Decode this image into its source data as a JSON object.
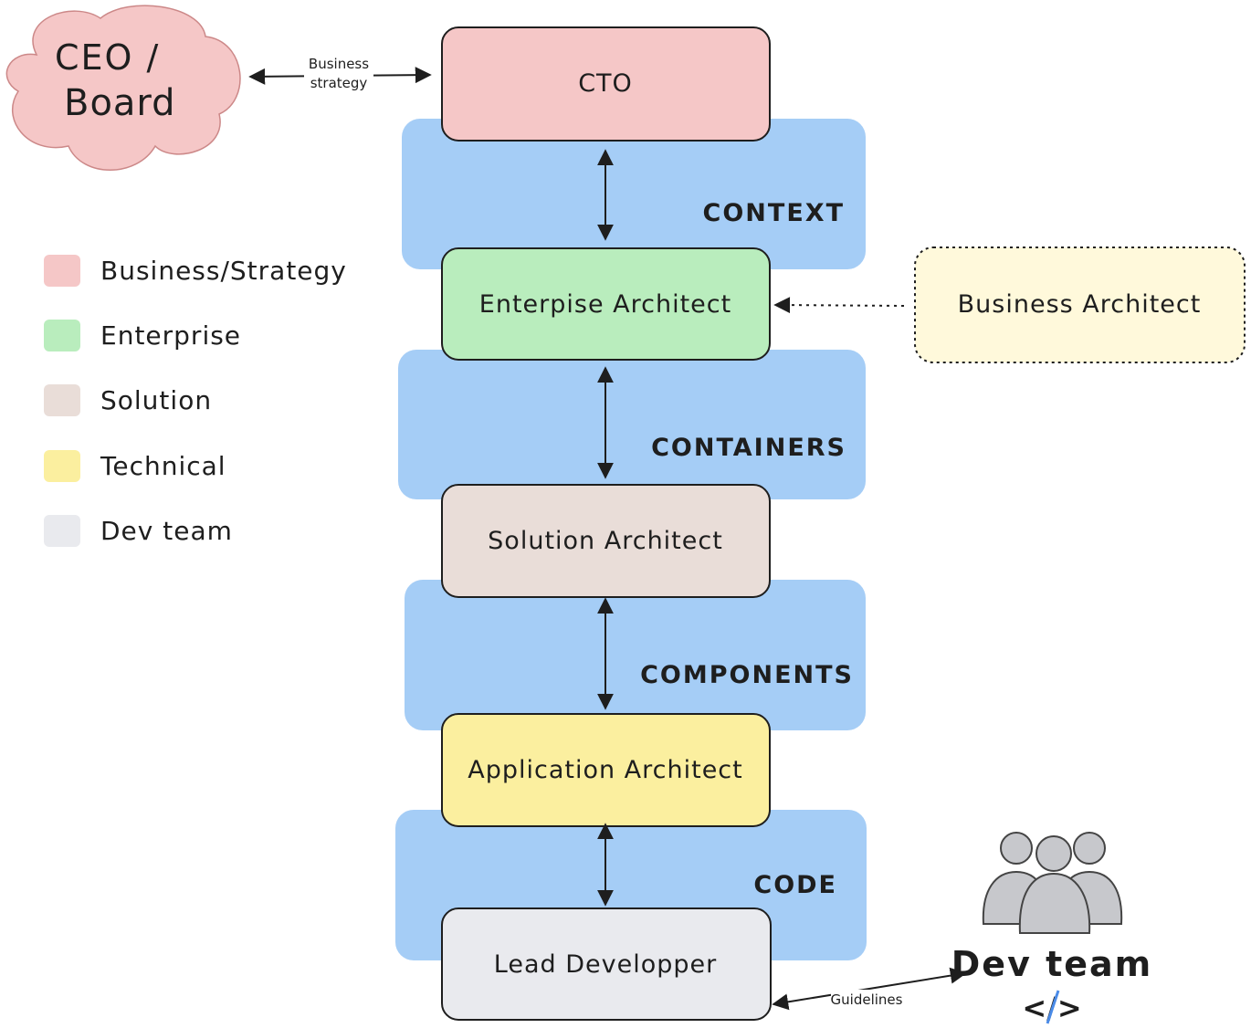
{
  "nodes": {
    "ceo": {
      "label_line1": "CEO /",
      "label_line2": "Board"
    },
    "cto": {
      "label": "CTO"
    },
    "enterprise_architect": {
      "label": "Enterpise Architect"
    },
    "business_architect": {
      "label": "Business Architect"
    },
    "solution_architect": {
      "label": "Solution Architect"
    },
    "application_architect": {
      "label": "Application Architect"
    },
    "lead_developer": {
      "label": "Lead Developper"
    },
    "dev_team": {
      "label": "Dev team",
      "code_glyph": "</>"
    }
  },
  "layers": {
    "context": "CONTEXT",
    "containers": "CONTAINERS",
    "components": "COMPONENTS",
    "code": "CODE"
  },
  "edges": {
    "business_strategy_line1": "Business",
    "business_strategy_line2": "strategy",
    "guidelines": "Guidelines"
  },
  "legend": [
    {
      "label": "Business/Strategy",
      "color": "#f5c7c7"
    },
    {
      "label": "Enterprise",
      "color": "#b9edbd"
    },
    {
      "label": "Solution",
      "color": "#e9ddd8"
    },
    {
      "label": "Technical",
      "color": "#fbef9f"
    },
    {
      "label": "Dev team",
      "color": "#e9eaee"
    }
  ],
  "colors": {
    "layer_band": "#a5cdf6",
    "ceo_cloud": "#f5c7c7",
    "cto": "#f5c7c7",
    "enterprise": "#b9edbd",
    "solution": "#e9ddd8",
    "application": "#fbef9f",
    "lead_dev": "#e9eaee",
    "business_architect": "#fff9db",
    "dev_team_people": "#c7c8cc",
    "code_slash": "#4a8be8"
  }
}
